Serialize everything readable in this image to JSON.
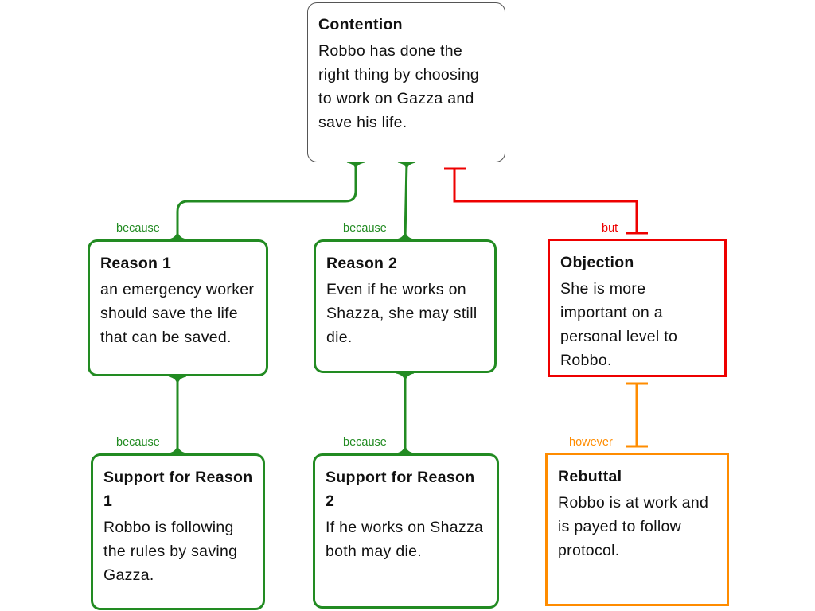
{
  "diagram": {
    "type": "argument-map",
    "colors": {
      "support": "#228b22",
      "objection": "#ee0000",
      "rebuttal": "#ff8c00",
      "contention_border": "#555555"
    },
    "nodes": {
      "contention": {
        "title": "Contention",
        "body": "Robbo has done the right thing by choosing to work on Gazza and save his life."
      },
      "reason1": {
        "title": "Reason 1",
        "body": "an emergency worker should save the life that can be saved."
      },
      "reason2": {
        "title": "Reason 2",
        "body": "Even if he works on Shazza, she may still die."
      },
      "objection": {
        "title": "Objection",
        "body": "She is more important on a personal level to Robbo."
      },
      "support1": {
        "title": "Support for Reason 1",
        "body": "Robbo is following the rules by saving Gazza."
      },
      "support2": {
        "title": "Support for Reason 2",
        "body": "If he works on Shazza both may die."
      },
      "rebuttal": {
        "title": "Rebuttal",
        "body": "Robbo is at work and is payed to follow protocol."
      }
    },
    "connectors": [
      {
        "from": "reason1",
        "to": "contention",
        "label": "because",
        "kind": "support"
      },
      {
        "from": "reason2",
        "to": "contention",
        "label": "because",
        "kind": "support"
      },
      {
        "from": "objection",
        "to": "contention",
        "label": "but",
        "kind": "objection"
      },
      {
        "from": "support1",
        "to": "reason1",
        "label": "because",
        "kind": "support"
      },
      {
        "from": "support2",
        "to": "reason2",
        "label": "because",
        "kind": "support"
      },
      {
        "from": "rebuttal",
        "to": "objection",
        "label": "however",
        "kind": "rebuttal"
      }
    ]
  }
}
